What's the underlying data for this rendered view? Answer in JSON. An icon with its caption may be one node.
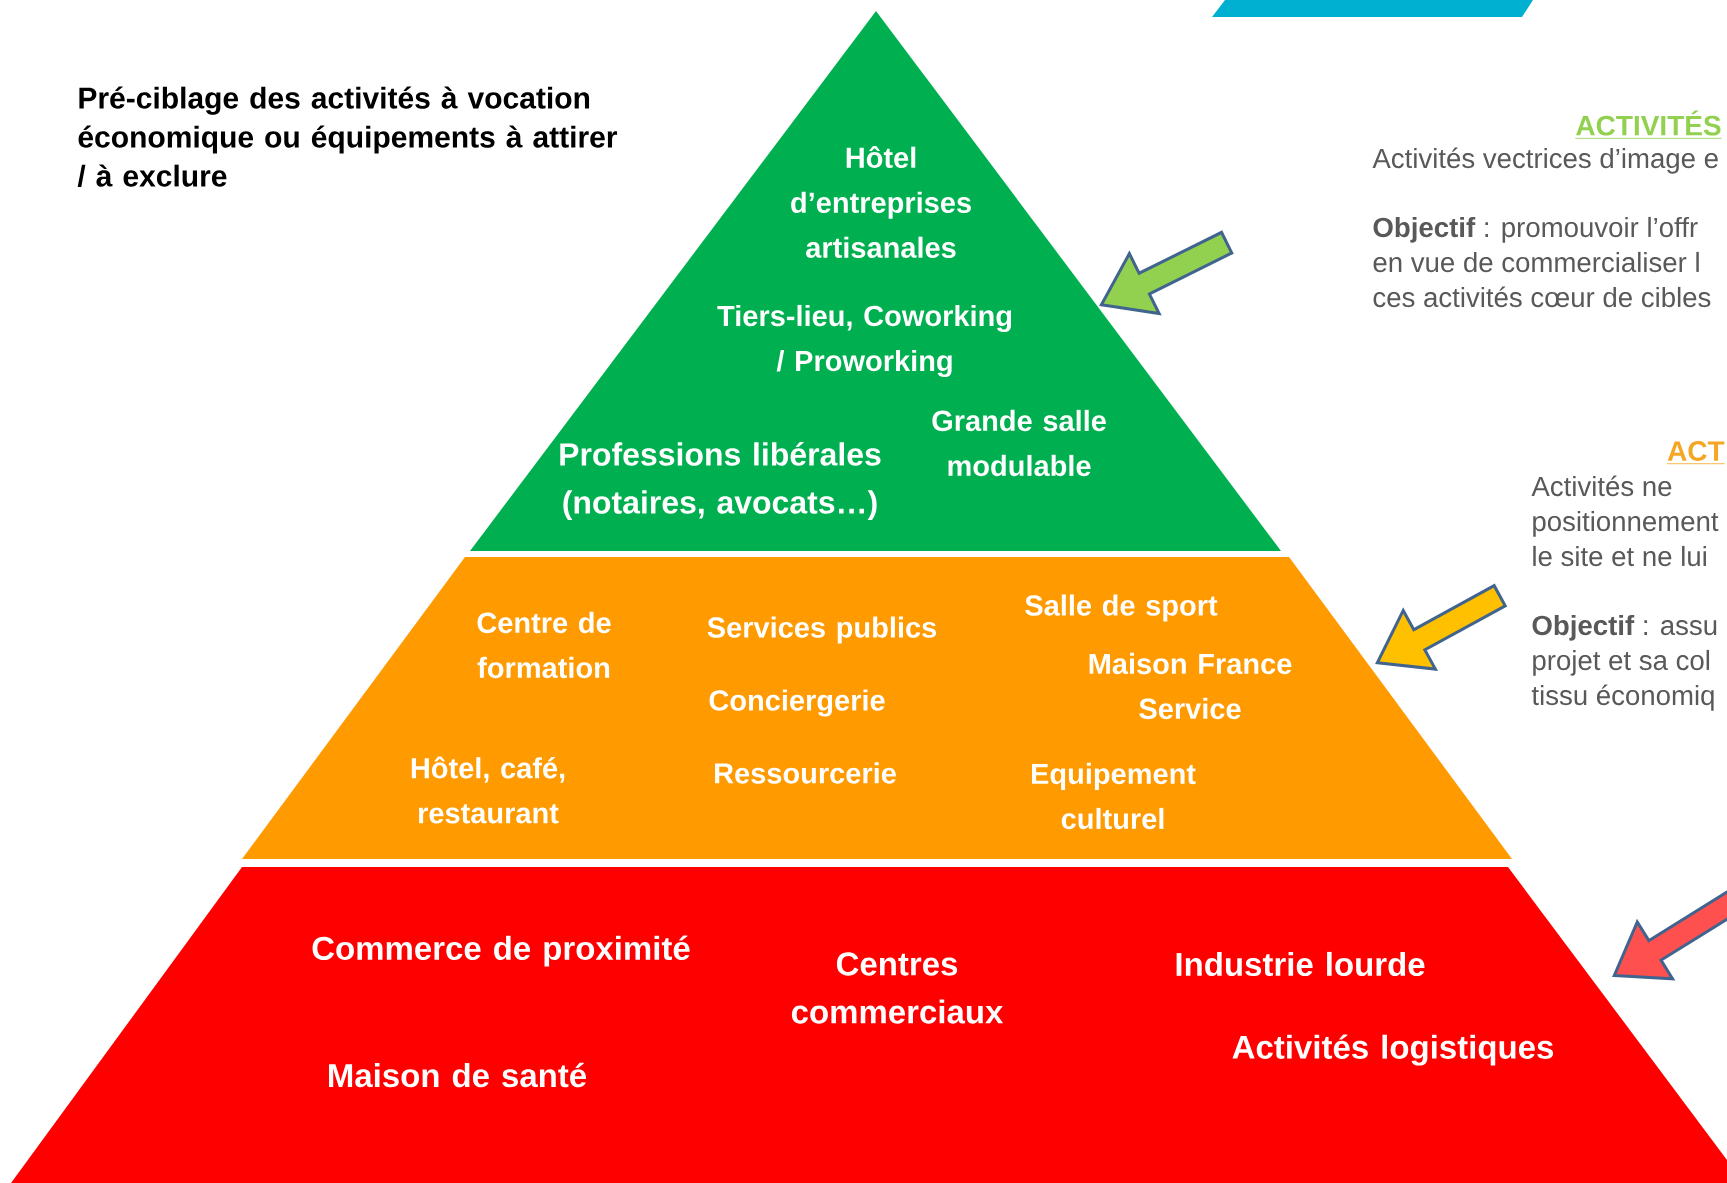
{
  "diagram": {
    "title": "Pré-ciblage des activités à vocation économique ou équipements à attirer / à exclure",
    "nodes": [
      {
        "text": [
          "Hôtel d’entreprises artisanales",
          "Tiers-lieu, Coworking / Proworking",
          "Professions libérales (notaires, avocats…)",
          "Grande salle modulable"
        ]
      },
      {
        "text": [
          "Centre de formation",
          "Services publics",
          "Salle de sport",
          "Conciergerie",
          "Maison France Service",
          "Hôtel, café, restaurant",
          "Ressourcerie",
          "Equipement culturel"
        ]
      },
      {
        "text": [
          "Commerce de proximité",
          "Centres commerciaux",
          "Industrie lourde",
          "Activités logistiques",
          "Maison de santé"
        ]
      },
      {
        "text": [
          "ACTIVITÉS",
          "Activités vectrices d’image e",
          "**Objectif** : promouvoir l’offr",
          "en vue de commercialiser l",
          "ces activités cœur de cibles"
        ]
      },
      {
        "text": [
          "ACT",
          "Activités ne",
          "positionnement",
          "le site et ne lui",
          "**Objectif** : assu",
          "projet et sa col",
          "tissu économiq"
        ]
      },
      {
        "text": [],
        "shape": "bar"
      }
    ],
    "edges": [
      {
        "from": null,
        "to": 0,
        "arrow": "to",
        "color": "#92d050"
      },
      {
        "from": null,
        "to": 1,
        "arrow": "to",
        "color": "#ffc000"
      },
      {
        "from": null,
        "to": 2,
        "arrow": "to",
        "color": "#ff5050"
      }
    ]
  }
}
